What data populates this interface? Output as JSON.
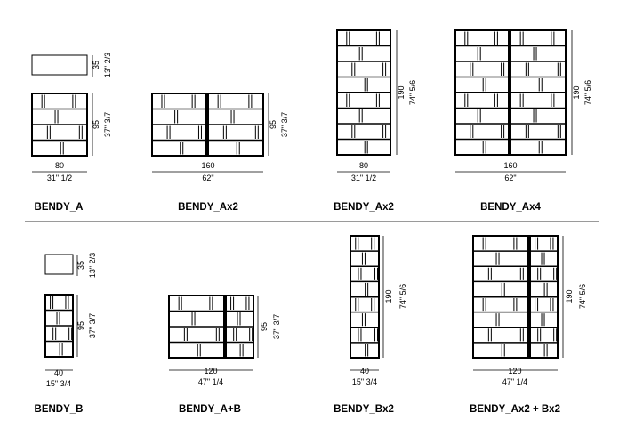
{
  "top_row": [
    {
      "label": "BENDY_A",
      "width_cm": "80",
      "width_in": "31\" 1/2",
      "height_cm": "95",
      "height_in": "37\" 3/7",
      "top_depth_cm": "35",
      "top_depth_in": "13\" 2/3"
    },
    {
      "label": "BENDY_Ax2",
      "width_cm": "160",
      "width_in": "62\"",
      "height_cm": "95",
      "height_in": "37\" 3/7"
    },
    {
      "label": "BENDY_Ax2",
      "width_cm": "80",
      "width_in": "31\" 1/2",
      "height_cm": "190",
      "height_in": "74\" 5/6"
    },
    {
      "label": "BENDY_Ax4",
      "width_cm": "160",
      "width_in": "62\"",
      "height_cm": "190",
      "height_in": "74\" 5/6"
    }
  ],
  "bottom_row": [
    {
      "label": "BENDY_B",
      "width_cm": "40",
      "width_in": "15\" 3/4",
      "height_cm": "95",
      "height_in": "37\" 3/7",
      "top_depth_cm": "35",
      "top_depth_in": "13\" 2/3"
    },
    {
      "label": "BENDY_A+B",
      "width_cm": "120",
      "width_in": "47\" 1/4",
      "height_cm": "95",
      "height_in": "37\" 3/7"
    },
    {
      "label": "BENDY_Bx2",
      "width_cm": "40",
      "width_in": "15\" 3/4",
      "height_cm": "190",
      "height_in": "74\" 5/6"
    },
    {
      "label": "BENDY_Ax2 + Bx2",
      "width_cm": "120",
      "width_in": "47\" 1/4",
      "height_cm": "190",
      "height_in": "74\" 5/6"
    }
  ]
}
